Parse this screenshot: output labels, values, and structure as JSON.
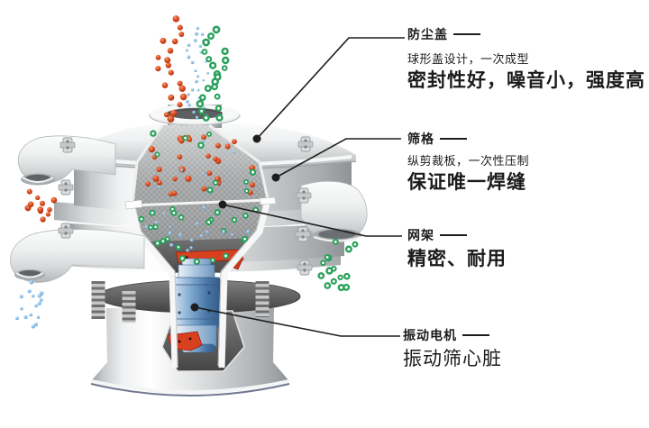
{
  "colors": {
    "red_particle": "#d4441d",
    "green_particle": "#2aa05c",
    "blue_particle": "#76b4e3",
    "motor_blue": "#4a77a6",
    "bracket_red": "#d8401f",
    "metal_light": "#f2f3f4",
    "metal_shadow": "#8f9395",
    "leader_line": "#1d1d1d",
    "text": "#1b1b1b"
  },
  "callouts": [
    {
      "title": "防尘盖",
      "sub": "球形盖设计，一次成型",
      "emph": "密封性好，噪音小，强度高"
    },
    {
      "title": "筛格",
      "sub": "纵剪裁板，一次性压制",
      "emph": "保证唯一焊缝"
    },
    {
      "title": "网架",
      "sub": "",
      "emph": "精密、耐用"
    },
    {
      "title": "振动电机",
      "sub": "",
      "emph": "振动筛心脏"
    }
  ]
}
